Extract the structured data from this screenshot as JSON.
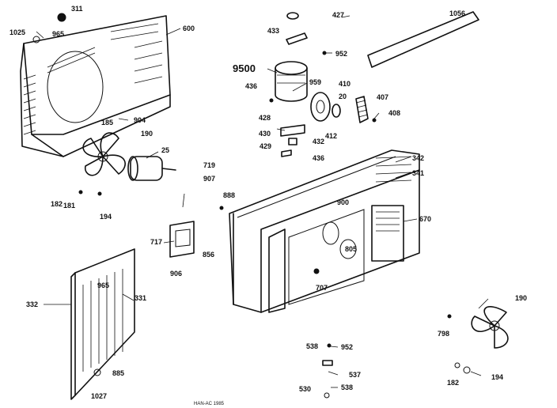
{
  "labels": {
    "p311": "311",
    "p1025": "1025",
    "p965a": "965",
    "p600": "600",
    "p427": "427",
    "p433": "433",
    "p952": "952",
    "p1056": "1056",
    "p9500": "9500",
    "p436a": "436",
    "p959": "959",
    "p410": "410",
    "p407": "407",
    "p408": "408",
    "p20": "20",
    "p428": "428",
    "p412": "412",
    "p430": "430",
    "p432": "432",
    "p429": "429",
    "p436b": "436",
    "p342": "342",
    "p341": "341",
    "p185": "185",
    "p904": "904",
    "p190a": "190",
    "p25": "25",
    "p719": "719",
    "p907": "907",
    "p182a": "182",
    "p181": "181",
    "p194a": "194",
    "p888": "888",
    "p900": "900",
    "p670": "670",
    "p717": "717",
    "p856": "856",
    "p906": "906",
    "p805": "805",
    "p707": "707",
    "p332": "332",
    "p965b": "965",
    "p331": "331",
    "p190b": "190",
    "p798": "798",
    "p538": "538",
    "p952b": "952",
    "p537": "537",
    "p885": "885",
    "p182b": "182",
    "p194b": "194",
    "p1027": "1027",
    "p530": "530",
    "p538b": "538"
  },
  "footer": "HAN-AC 1985"
}
